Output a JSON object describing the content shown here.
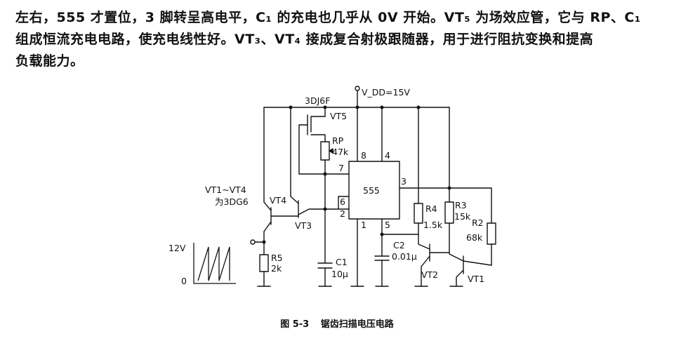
{
  "paragraph": [
    "左右，555 才置位，3 脚转呈高电平，C₁ 的充电也几乎从 0V 开始。VT₅ 为场效应管，它与 RP、C₁",
    "组成恒流充电电路，使充电线性好。VT₃、VT₄ 接成复合射极跟随器，用于进行阻抗变换和提高",
    "负载能力。"
  ],
  "circuit": {
    "supply": "V_DD=15V",
    "chip": "555",
    "pins": {
      "p8": "8",
      "p4": "4",
      "p7": "7",
      "p6": "6",
      "p2": "2",
      "p3": "3",
      "p1": "1",
      "p5": "5"
    },
    "fet_type": "3DJ6F",
    "fet": "VT5",
    "rp": {
      "name": "RP",
      "value": "47k"
    },
    "transistor_note_1": "VT1~VT4",
    "transistor_note_2": "为3DG6",
    "vt4": "VT4",
    "vt3": "VT3",
    "vt2": "VT2",
    "vt1": "VT1",
    "r5": {
      "name": "R5",
      "value": "2k"
    },
    "r4": {
      "name": "R4",
      "value": "1.5k"
    },
    "r3": {
      "name": "R3",
      "value": "15k"
    },
    "r2": {
      "name": "R2",
      "value": "68k"
    },
    "c1": {
      "name": "C1",
      "value": "10μ"
    },
    "c2": {
      "name": "C2",
      "value": "0.01μ"
    },
    "wave_high": "12V",
    "wave_low": "0"
  },
  "caption": {
    "number": "图 5-3",
    "title": "锯齿扫描电压电路"
  }
}
